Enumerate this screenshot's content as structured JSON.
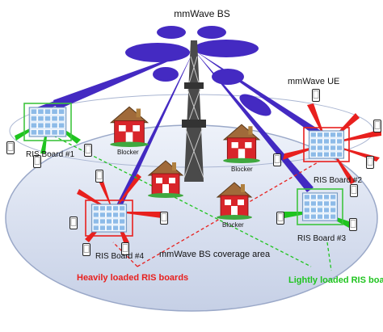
{
  "labels": {
    "bs_title": "mmWave BS",
    "ue_label": "mmWave UE",
    "coverage_label": "mmWave BS coverage area",
    "ris1": "RIS Board #1",
    "ris2": "RIS Board #2",
    "ris3": "RIS Board #3",
    "ris4": "RIS Board #4",
    "blocker1": "Blocker",
    "blocker2": "Blocker",
    "blocker3": "Blocker",
    "heavy": "Heavily loaded RIS boards",
    "light": "Lightly loaded RIS boards"
  },
  "colors": {
    "beam": "#3a1fbf",
    "heavy": "#e8201e",
    "light": "#1fc41f",
    "coverage_fill": "#d8dff0",
    "coverage_edge": "#9aa8c8",
    "house_wall": "#d8252a",
    "house_roof": "#a06a3a",
    "ris_panel": "#9fc7ee",
    "ris_frame_green": "#3fc43f"
  }
}
